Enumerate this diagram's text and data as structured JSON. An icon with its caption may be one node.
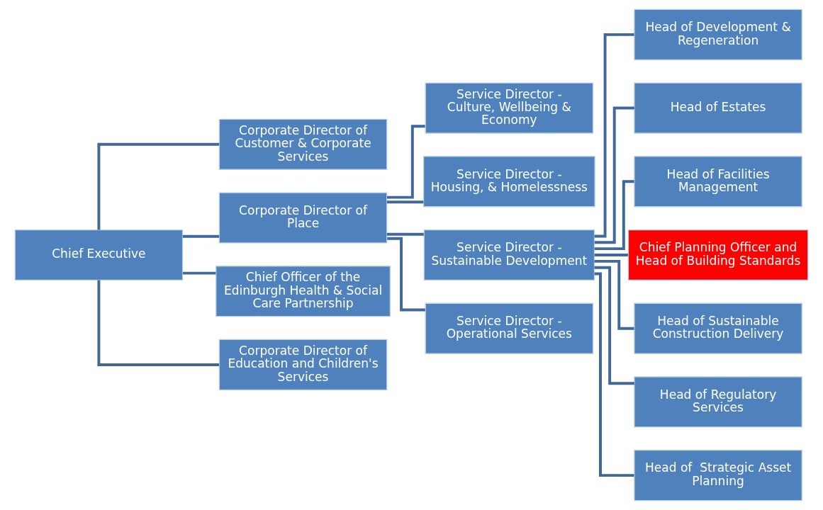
{
  "diagram": {
    "nodes": [
      {
        "text": [
          "Chief Executive"
        ]
      },
      {
        "text": [
          "Corporate Director of Customer & Corporate Services"
        ]
      },
      {
        "text": [
          "Corporate Director of Place"
        ]
      },
      {
        "text": [
          "Chief Officer of the Edinburgh Health & Social Care Partnership"
        ]
      },
      {
        "text": [
          "Corporate Director of Education and Children's Services"
        ]
      },
      {
        "text": [
          "Service Director - Culture, Wellbeing & Economy"
        ]
      },
      {
        "text": [
          "Service Director - Housing, & Homelessness"
        ]
      },
      {
        "text": [
          "Service Director - Sustainable Development"
        ]
      },
      {
        "text": [
          "Service Director - Operational Services"
        ]
      },
      {
        "text": [
          "Head of Development & Regeneration"
        ]
      },
      {
        "text": [
          "Head of Estates"
        ]
      },
      {
        "text": [
          "Head of Facilities Management"
        ]
      },
      {
        "text": [
          "Chief Planning Officer and Head of Building Standards"
        ]
      },
      {
        "text": [
          "Head of Sustainable Construction Delivery"
        ]
      },
      {
        "text": [
          "Head of Regulatory Services"
        ]
      },
      {
        "text": [
          "Head of  Strategic Asset Planning"
        ]
      }
    ],
    "edges": [
      {
        "from": 0,
        "to": 1,
        "arrow": "none"
      },
      {
        "from": 0,
        "to": 2,
        "arrow": "none"
      },
      {
        "from": 0,
        "to": 3,
        "arrow": "none"
      },
      {
        "from": 0,
        "to": 4,
        "arrow": "none"
      },
      {
        "from": 2,
        "to": 5,
        "arrow": "none"
      },
      {
        "from": 2,
        "to": 6,
        "arrow": "none"
      },
      {
        "from": 2,
        "to": 7,
        "arrow": "none"
      },
      {
        "from": 2,
        "to": 8,
        "arrow": "none"
      },
      {
        "from": 7,
        "to": 9,
        "arrow": "none"
      },
      {
        "from": 7,
        "to": 10,
        "arrow": "none"
      },
      {
        "from": 7,
        "to": 11,
        "arrow": "none"
      },
      {
        "from": 7,
        "to": 12,
        "arrow": "none"
      },
      {
        "from": 7,
        "to": 13,
        "arrow": "none"
      },
      {
        "from": 7,
        "to": 14,
        "arrow": "none"
      },
      {
        "from": 7,
        "to": 15,
        "arrow": "none"
      }
    ]
  }
}
